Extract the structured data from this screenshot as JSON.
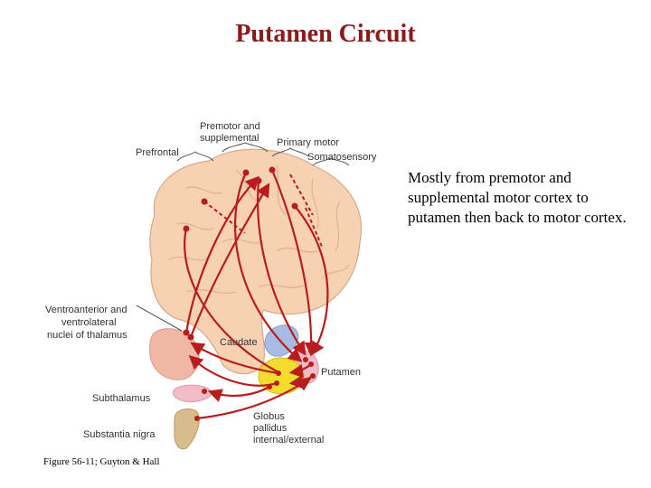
{
  "title": "Putamen Circuit",
  "description": "Mostly from premotor and supplemental motor cortex to putamen then back to motor cortex.",
  "caption": "Figure 56-11; Guyton & Hall",
  "figure": {
    "labels": {
      "premotor_line1": "Premotor and",
      "premotor_line2": "supplemental",
      "prefrontal": "Prefrontal",
      "primary_motor": "Primary motor",
      "somatosensory": "Somatosensory",
      "thalamus_line1": "Ventroanterior and",
      "thalamus_line2": "ventrolateral",
      "thalamus_line3": "nuclei of thalamus",
      "caudate": "Caudate",
      "putamen": "Putamen",
      "subthalamus": "Subthalamus",
      "substantia_nigra": "Substantia nigra",
      "globus_line1": "Globus",
      "globus_line2": "pallidus",
      "globus_line3": "internal/external"
    },
    "colors": {
      "brain": "#f6d2b2",
      "pathway": "#b81c1c",
      "caudate": "#a8bce3",
      "putamen": "#f2bcc6",
      "globus_pallidus": "#f4dc2c",
      "thalamus": "#f0b8a4",
      "substantia_nigra": "#d8bc8c"
    }
  }
}
